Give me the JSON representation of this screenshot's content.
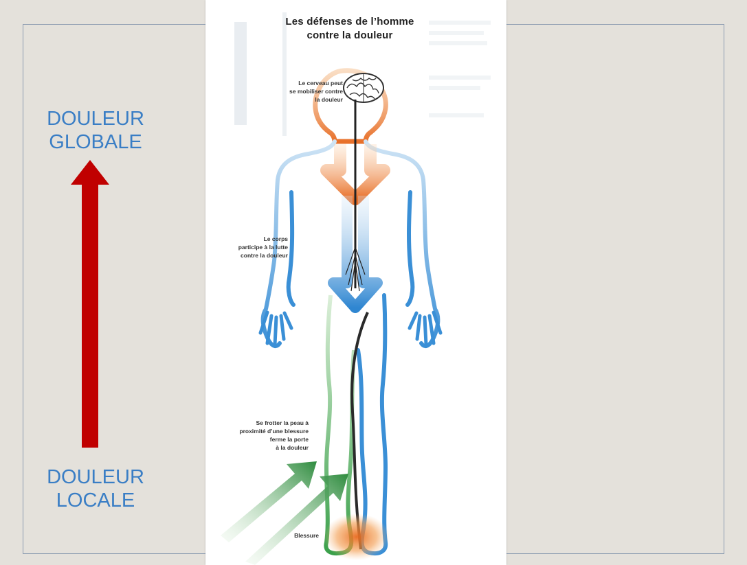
{
  "slide": {
    "label_top": "DOULEUR\nGLOBALE",
    "label_bottom": "DOULEUR\nLOCALE",
    "arrow_color": "#c00000",
    "label_color": "#3a7ec5"
  },
  "poster": {
    "title_line1": "Les défenses de l’homme",
    "title_line2": "contre la douleur",
    "captions": {
      "brain": [
        "Le cerveau peut",
        "se mobiliser contre",
        "la douleur"
      ],
      "body": [
        "Le corps",
        "participe à la lutte",
        "contre la douleur"
      ],
      "skin": [
        "Se frotter la peau à",
        "proximité d’une blessure",
        "ferme la porte",
        "à la douleur"
      ],
      "wound": "Blessure"
    },
    "colors": {
      "body_outline": "#3a8fd6",
      "brain_glow": "#e8702a",
      "nerve_arrow": "#2f86d1",
      "leg_outline": "#3aa04a",
      "skin_arrows": "#2e8b3e",
      "wound_glow": "#e86a1f"
    }
  }
}
